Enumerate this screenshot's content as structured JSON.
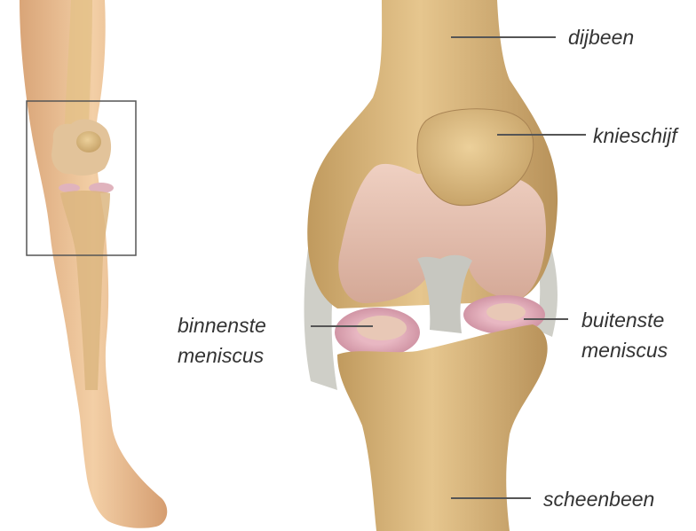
{
  "labels": {
    "dijbeen": "dijbeen",
    "knieschijf": "knieschijf",
    "binnenste_meniscus": [
      "binnenste",
      "meniscus"
    ],
    "buitenste_meniscus": [
      "buitenste",
      "meniscus"
    ],
    "scheenbeen": "scheenbeen"
  },
  "colors": {
    "bone": "#d9b77e",
    "bone_light": "#ecd3a3",
    "bone_dark": "#b08d55",
    "skin": "#ebbf95",
    "cartilage": "#e6c1b1",
    "meniscus": "#d99fae",
    "ligament": "#c9c9c4",
    "leader_line": "#555555",
    "text": "#333333"
  }
}
